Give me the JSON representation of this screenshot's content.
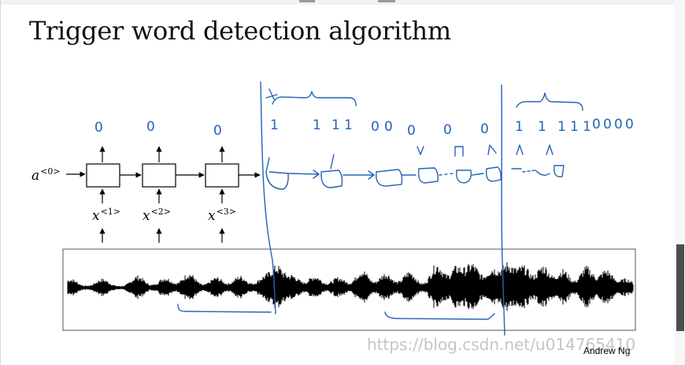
{
  "slide": {
    "title": "Trigger word detection algorithm",
    "author": "Andrew Ng",
    "watermark": "https://blog.csdn.net/u014765410"
  },
  "rnn": {
    "initial_activation": {
      "base": "a",
      "superscript": "<0>"
    },
    "inputs": [
      {
        "base": "x",
        "superscript": "<1>"
      },
      {
        "base": "x",
        "superscript": "<2>"
      },
      {
        "base": "x",
        "superscript": "<3>"
      }
    ],
    "outputs": [
      "0",
      "0",
      "0"
    ]
  },
  "annotations": {
    "left_label_sequence": [
      "1",
      "1",
      "1",
      "1",
      "0",
      "0",
      "0",
      "0",
      "0"
    ],
    "right_label_sequence": [
      "1",
      "1",
      "1",
      "1",
      "1",
      "0",
      "0",
      "0",
      "0"
    ]
  },
  "colors": {
    "pen_ink": "#2563b5",
    "diagram": "#000000",
    "waveform": "#000000"
  }
}
